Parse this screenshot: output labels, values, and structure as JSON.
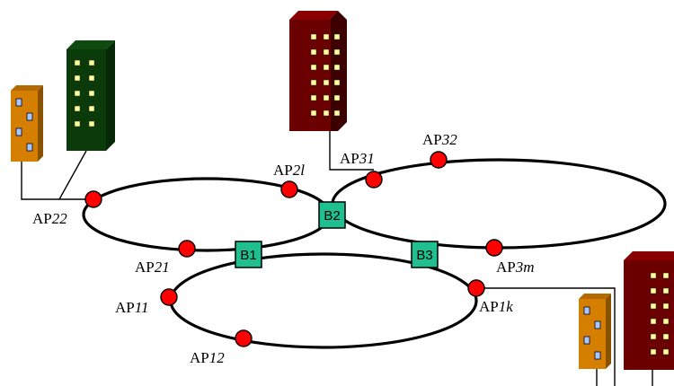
{
  "colors": {
    "ring": "#000000",
    "access_point": "#ff0000",
    "bridge": "#1fbf8f",
    "building_orange": "#d47f00",
    "building_green": "#0b3a0b",
    "building_maroon": "#6a0000",
    "window_yellow": "#ffff99",
    "window_blue": "#a8c8ff"
  },
  "bridges": [
    {
      "id": "b1",
      "label": "B1"
    },
    {
      "id": "b2",
      "label": "B2"
    },
    {
      "id": "b3",
      "label": "B3"
    }
  ],
  "access_points": [
    {
      "id": "ap22",
      "prefix": "AP",
      "suffix": "22"
    },
    {
      "id": "ap2l",
      "prefix": "AP",
      "suffix": "2l"
    },
    {
      "id": "ap21",
      "prefix": "AP",
      "suffix": "21"
    },
    {
      "id": "ap31",
      "prefix": "AP",
      "suffix": "31"
    },
    {
      "id": "ap32",
      "prefix": "AP",
      "suffix": "32"
    },
    {
      "id": "ap3m",
      "prefix": "AP",
      "suffix": "3m"
    },
    {
      "id": "ap11",
      "prefix": "AP",
      "suffix": "11"
    },
    {
      "id": "ap12",
      "prefix": "AP",
      "suffix": "12"
    },
    {
      "id": "ap1k",
      "prefix": "AP",
      "suffix": "1k"
    }
  ],
  "icons": [
    "building-icon",
    "access-point-icon",
    "bridge-icon"
  ]
}
